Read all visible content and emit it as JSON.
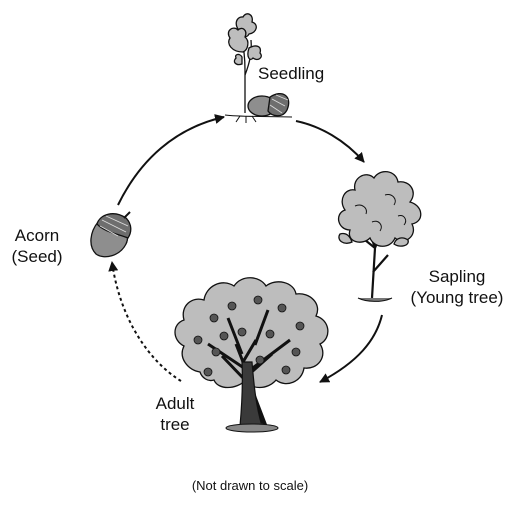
{
  "diagram": {
    "stages": {
      "seedling": {
        "label": "Seedling"
      },
      "sapling": {
        "line1": "Sapling",
        "line2": "(Young tree)"
      },
      "adult": {
        "line1": "Adult",
        "line2": "tree"
      },
      "acorn": {
        "line1": "Acorn",
        "line2": "(Seed)"
      }
    },
    "caption": "(Not drawn to scale)",
    "colors": {
      "foliage": "#bdbdbd",
      "acorn": "#8e8e8e",
      "outline": "#111111"
    }
  }
}
